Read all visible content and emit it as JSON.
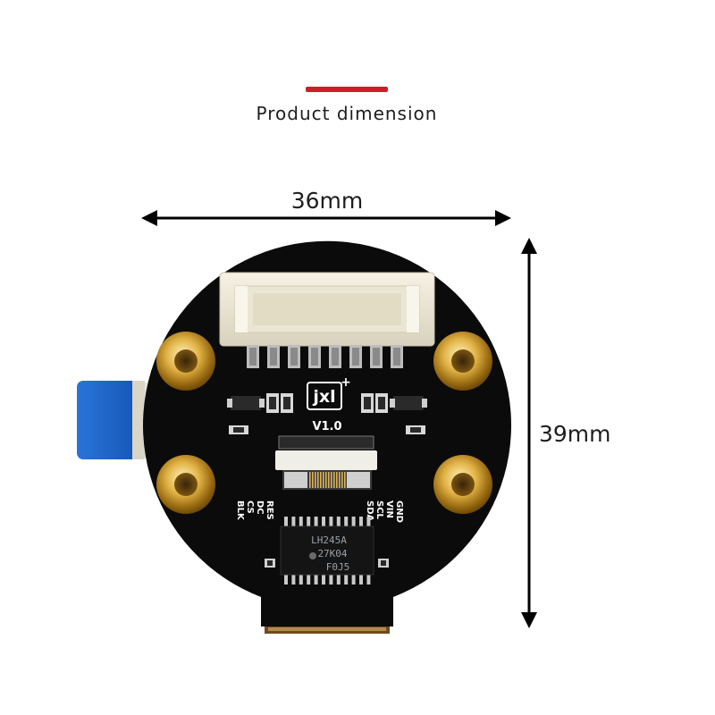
{
  "header": {
    "title": "Product dimension",
    "accent_color": "#cc1f2a"
  },
  "dimensions": {
    "width_label": "36mm",
    "height_label": "39mm"
  },
  "board": {
    "logo_text": "jxl",
    "logo_mark": "+",
    "version": "V1.0",
    "pins_left": [
      "BLK",
      "CS",
      "DC",
      "RES"
    ],
    "pins_right": [
      "SDA",
      "SCL",
      "VIN",
      "GND"
    ],
    "chip_lines": [
      "LH245A",
      "27K04",
      "F0J5"
    ],
    "board_color": "#0b0b0b",
    "ribbon_color": "#1a62c9"
  }
}
